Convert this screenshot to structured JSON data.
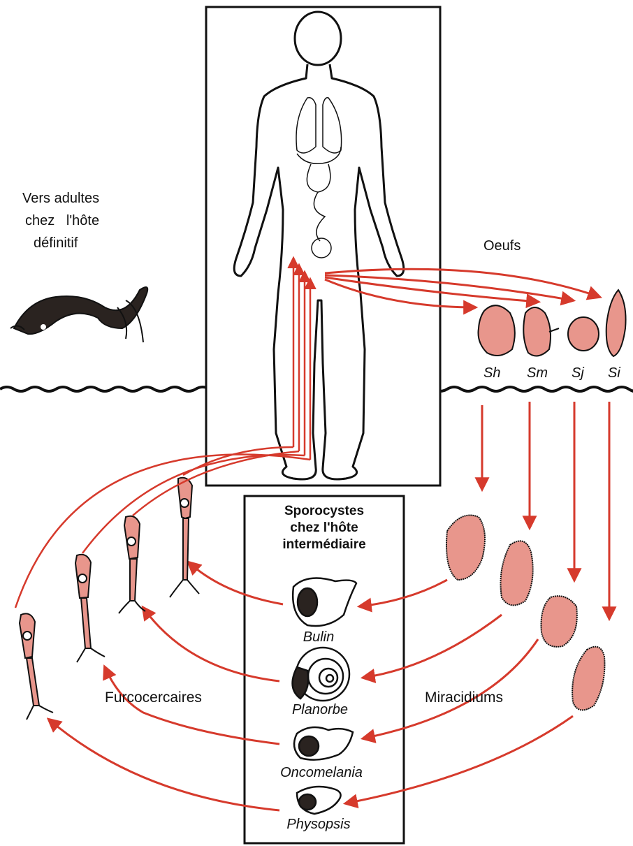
{
  "labels": {
    "adult_worms": [
      "Vers adultes",
      "chez   l'hôte",
      "définitif"
    ],
    "eggs": "Oeufs",
    "sporocysts": [
      "Sporocystes",
      "chez l'hôte",
      "intermédiaire"
    ],
    "furcocercaires": "Furcocercaires",
    "miracidiums": "Miracidiums"
  },
  "egg_species": [
    "Sh",
    "Sm",
    "Sj",
    "Si"
  ],
  "snails": [
    "Bulin",
    "Planorbe",
    "Oncomelania",
    "Physopsis"
  ],
  "colors": {
    "arrow_red": "#d63a2c",
    "stage_pink": "#e8968c",
    "outline": "#111111"
  }
}
